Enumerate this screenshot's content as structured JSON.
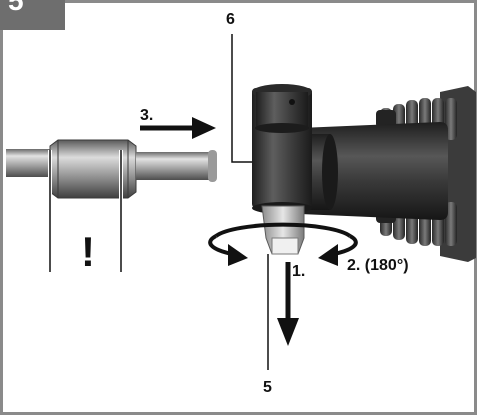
{
  "figure": {
    "number": "5",
    "warning_symbol": "!"
  },
  "labels": {
    "callout_6": "6",
    "callout_5": "5",
    "step_1": "1.",
    "step_2": "2. (180°)",
    "step_3": "3."
  },
  "colors": {
    "frame": "#8a8a8a",
    "frame_tab": "#6e6e6e",
    "metal_dark": "#2b2b2b",
    "metal_mid": "#7d7d7d",
    "metal_light": "#cfcfcf",
    "ink": "#111111",
    "background": "#ffffff"
  },
  "icons": {
    "arrow_down": "arrow-down-icon",
    "arrow_right": "arrow-right-icon",
    "rotate": "rotate-180-icon",
    "warning": "exclamation-icon"
  }
}
